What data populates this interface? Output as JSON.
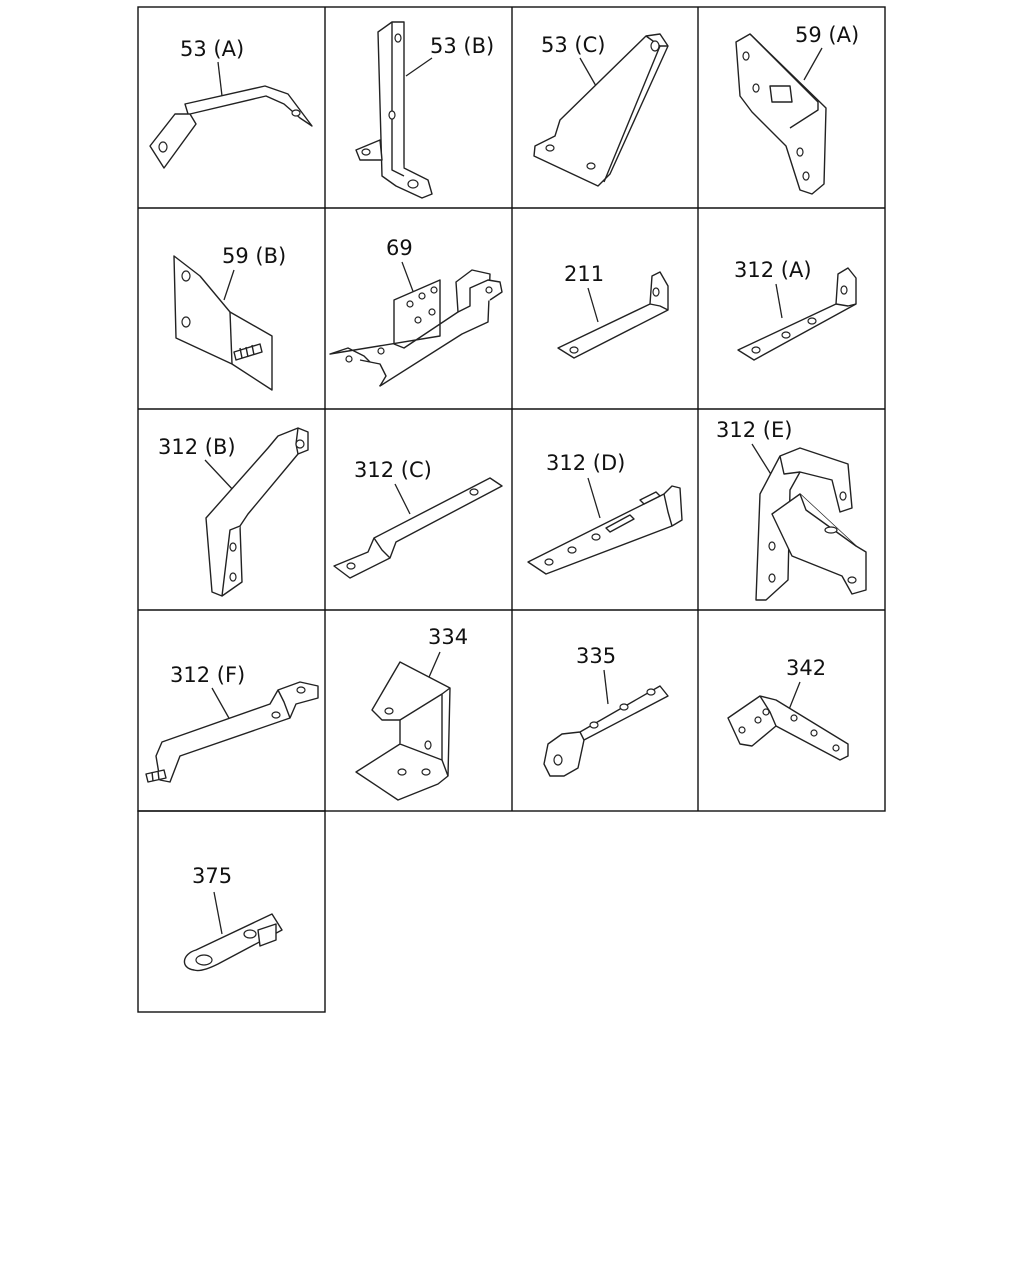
{
  "cells": [
    {
      "label": "53 (A)"
    },
    {
      "label": "53 (B)"
    },
    {
      "label": "53 (C)"
    },
    {
      "label": "59 (A)"
    },
    {
      "label": "59 (B)"
    },
    {
      "label": "69"
    },
    {
      "label": "211"
    },
    {
      "label": "312 (A)"
    },
    {
      "label": "312 (B)"
    },
    {
      "label": "312 (C)"
    },
    {
      "label": "312 (D)"
    },
    {
      "label": "312 (E)"
    },
    {
      "label": "312 (F)"
    },
    {
      "label": "334"
    },
    {
      "label": "335"
    },
    {
      "label": "342"
    },
    {
      "label": "375"
    }
  ]
}
